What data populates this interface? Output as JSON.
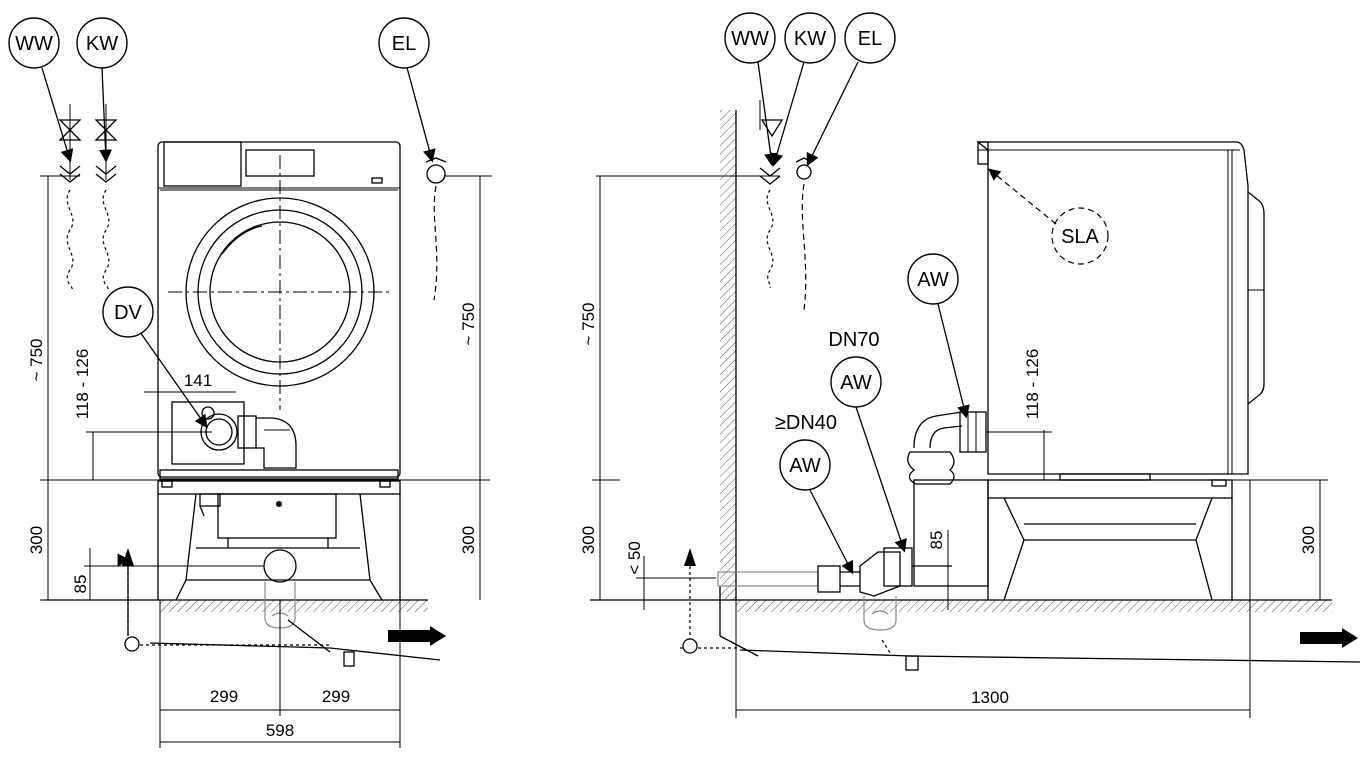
{
  "labels": {
    "ww": "WW",
    "kw": "KW",
    "el": "EL",
    "dv": "DV",
    "aw": "AW",
    "sla": "SLA",
    "dn70": "DN70",
    "dn40": "≥DN40"
  },
  "dimensions": {
    "height_total": "~ 750",
    "drain_height": "118 - 126",
    "stand_height": "300",
    "dv_width": "141",
    "floor_drain": "85",
    "half_width_left": "299",
    "half_width_right": "299",
    "total_width": "598",
    "max_50": "< 50",
    "depth_total": "1300"
  }
}
